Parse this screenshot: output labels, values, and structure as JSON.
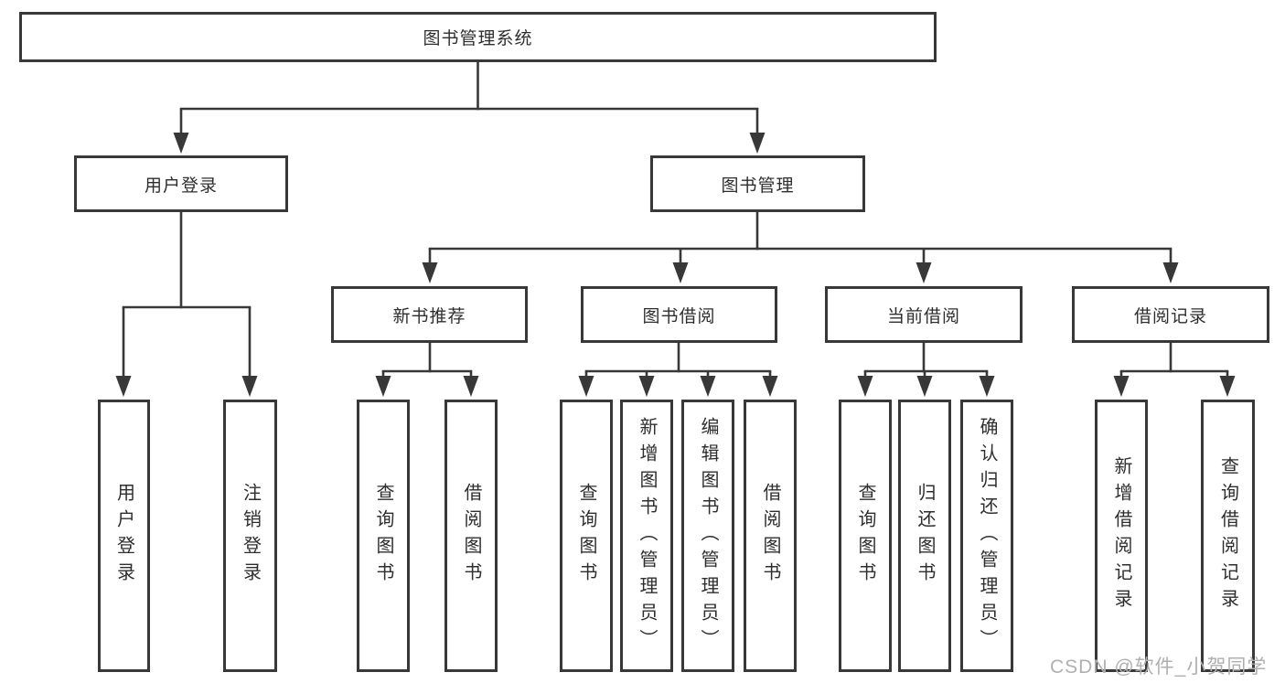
{
  "diagram": {
    "title": "图书管理系统",
    "level2": {
      "userLogin": "用户登录",
      "bookManagement": "图书管理"
    },
    "level3": {
      "newBookRecommend": "新书推荐",
      "bookBorrow": "图书借阅",
      "currentBorrow": "当前借阅",
      "borrowRecord": "借阅记录"
    },
    "leaves": {
      "userLogin": "用户登录",
      "logoutLogin": "注销登录",
      "queryBooksRecommend": "查询图书",
      "borrowBooksRecommend": "借阅图书",
      "queryBooksBorrow": "查询图书",
      "addBooksAdmin": "新增图书（管理员）",
      "editBooksAdmin": "编辑图书（管理员）",
      "borrowBooksBorrow": "借阅图书",
      "queryBooksCurrent": "查询图书",
      "returnBooks": "归还图书",
      "confirmReturnAdmin": "确认归还（管理员）",
      "addBorrowRecord": "新增借阅记录",
      "queryBorrowRecord": "查询借阅记录"
    }
  },
  "watermark": "CSDN @软件_小贺同学",
  "colors": {
    "line": "#383838",
    "text": "#2e2e2e",
    "watermark": "#b0b0b0",
    "background": "#ffffff"
  }
}
